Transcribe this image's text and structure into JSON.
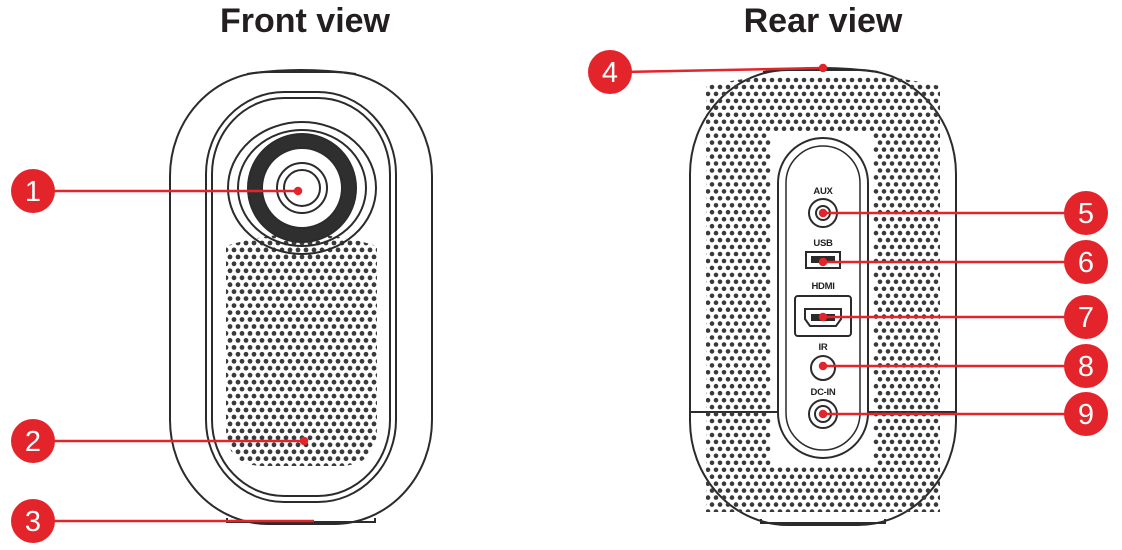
{
  "titles": {
    "front": "Front view",
    "rear": "Rear view"
  },
  "port_labels": {
    "aux": "AUX",
    "usb": "USB",
    "hdmi": "HDMI",
    "ir": "IR",
    "dc_in": "DC-IN"
  },
  "callouts": [
    "1",
    "2",
    "3",
    "4",
    "5",
    "6",
    "7",
    "8",
    "9"
  ],
  "colors": {
    "callout": "#e3242b",
    "outline": "#2b2b2b",
    "text": "#231f20"
  }
}
